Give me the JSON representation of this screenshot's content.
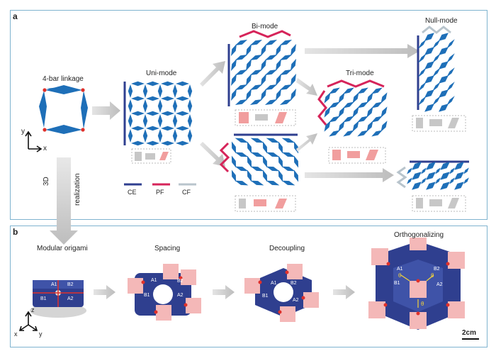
{
  "panel_a": {
    "label": "a",
    "linkage_title": "4-bar linkage",
    "uni_mode": "Uni-mode",
    "bi_mode": "Bi-mode",
    "tri_mode": "Tri-mode",
    "null_mode": "Null-mode",
    "axis_y": "y",
    "axis_x": "x",
    "realization_3d": "3D",
    "realization_word": "realization",
    "legend": [
      {
        "label": "CE",
        "color": "#2f3f8f"
      },
      {
        "label": "PF",
        "color": "#d6245a"
      },
      {
        "label": "CF",
        "color": "#b8c4cc"
      }
    ]
  },
  "panel_b": {
    "label": "b",
    "stages": [
      "Modular origami",
      "Spacing",
      "Decoupling",
      "Orthogonalizing"
    ],
    "scale_bar": "2cm",
    "axis_z": "z",
    "axis_x": "x",
    "axis_y": "y",
    "block_labels": [
      "A1",
      "A2",
      "B1",
      "B2"
    ],
    "theta": "θ"
  },
  "colors": {
    "cell_blue": "#1e6fb8",
    "pink_block": "#f4b8b8",
    "navy_block": "#2f3f8f",
    "red_hinge": "#e0302a",
    "frame": "#7fb3cf"
  }
}
